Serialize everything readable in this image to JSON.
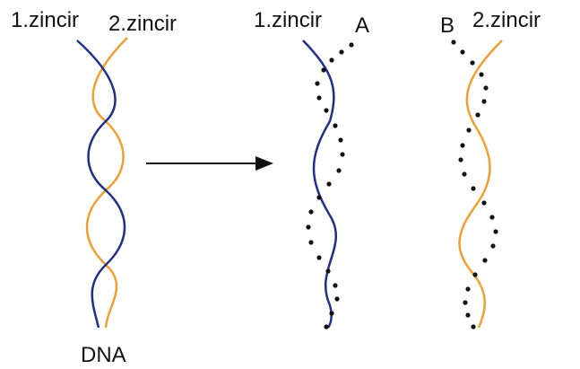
{
  "labels": {
    "strand1": "1.zincir",
    "strand2": "2.zincir",
    "dna": "DNA",
    "new_strand_a": "A",
    "new_strand_b": "B"
  },
  "colors": {
    "strand1": "#1f2f8a",
    "strand2": "#f0a030",
    "new_strand": "#111111",
    "arrow": "#111111"
  }
}
